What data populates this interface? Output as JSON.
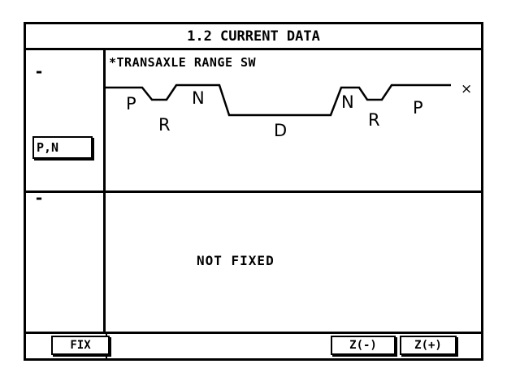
{
  "title": "1.2 CURRENT DATA",
  "signal": {
    "label": "*TRANSAXLE RANGE SW",
    "current_value": "P,N",
    "scale_top": "-",
    "scale_bottom": "-",
    "end_marker": "×",
    "waveform_labels": [
      "P",
      "R",
      "N",
      "D",
      "N",
      "R",
      "P"
    ]
  },
  "status": "NOT FIXED",
  "buttons": {
    "fix": "FIX",
    "zoom_minus": "Z(-)",
    "zoom_plus": "Z(+)"
  }
}
